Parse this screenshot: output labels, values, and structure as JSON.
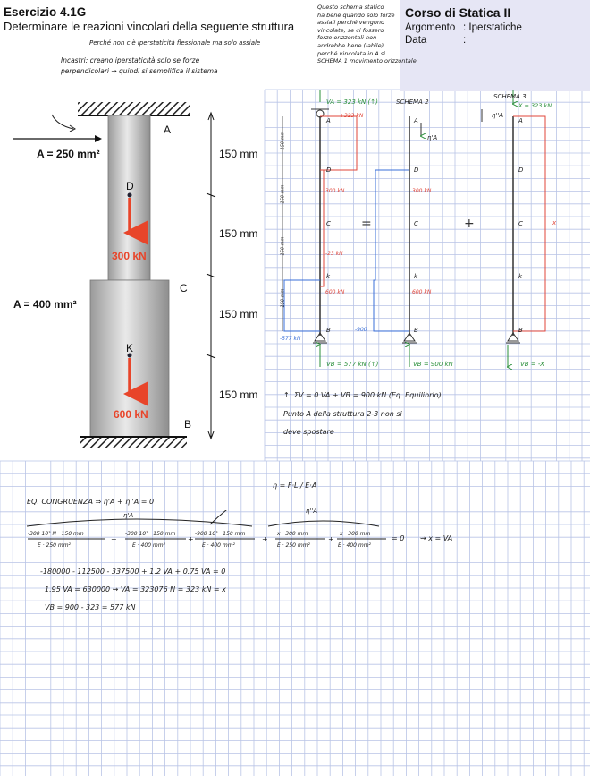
{
  "header": {
    "title": "Esercizio 4.1G",
    "subtitle": "Determinare le reazioni vincolari della seguente struttura",
    "course": "Corso di Statica II",
    "argomento_label": "Argomento",
    "argomento_value": ": Iperstatiche",
    "data_label": "Data",
    "data_value": ":"
  },
  "notes": {
    "top_right": [
      "Questo schema statico",
      "ha bene quando solo forze",
      "assiali perché vengono",
      "vincolate, se ci fossero",
      "forze orizzontali non",
      "andrebbe bene (labile)",
      "perché vincolata in A sì.",
      "SCHEMA 1 movimento orizzontale"
    ],
    "flex": "Perché non c'è iperstaticità flessionale ma solo assiale",
    "incastri": [
      "Incastri: creano iperstaticità solo se forze",
      "perpendicolari → quindi si semplifica il sistema"
    ]
  },
  "structure": {
    "upper_area": "A = 250 mm²",
    "lower_area": "A = 400 mm²",
    "points": {
      "A": "A",
      "B": "B",
      "C": "C",
      "D": "D",
      "K": "K"
    },
    "load_d": "300 kN",
    "load_k": "600 kN",
    "dims": [
      "150 mm",
      "150 mm",
      "150 mm",
      "150 mm"
    ]
  },
  "schemes": {
    "s1_va": "VA = 323 kN (↑)",
    "s2_title": "SCHEMA 2",
    "s3_title": "SCHEMA 3",
    "s3_x": "X = 323 kN",
    "s1_vb": "VB = 577 kN (↑)",
    "s2_vb": "VB = 900 kN",
    "s3_vb": "VB = -X",
    "eta": "η'A",
    "eta2": "η''A",
    "v323": "+323 kN",
    "v300a": "300 kN",
    "v300b": "300 kN",
    "vm23": "-23 kN",
    "v600a": "600 kN",
    "v600b": "600 kN",
    "vm577": "-577 kN",
    "vm900": "-900",
    "x": "x",
    "dims": [
      "150 mm",
      "150 mm",
      "150 mm",
      "150 mm"
    ],
    "pts": [
      "A",
      "D",
      "C",
      "k",
      "B"
    ]
  },
  "equilibrium": {
    "line1": "↑: ΣV = 0    VA + VB = 900 kN   (Eq. Equilibrio)",
    "line2": "Punto A della struttura 2-3 non si",
    "line3": "deve spostare"
  },
  "congruence": {
    "heading": "EQ. CONGRUENZA  ⇒  η'A + η''A = 0",
    "formula": "η = F·L / E·A",
    "eta1": "η'A",
    "eta2": "η''A",
    "terms": [
      {
        "num": "-300·10³ N · 150 mm",
        "den": "E · 250 mm²"
      },
      {
        "num": "-300·10³ · 150 mm",
        "den": "E · 400 mm²"
      },
      {
        "num": "-900·10³ · 150 mm",
        "den": "E · 400 mm²"
      },
      {
        "num": "x · 300 mm",
        "den": "E · 250 mm²"
      },
      {
        "num": "x · 300 mm",
        "den": "E · 400 mm²"
      }
    ],
    "result_eq": "= 0",
    "result_x": "⇝ x = VA",
    "line1": "-180000  -  112500  -  337500  +  1.2 VA  +  0.75 VA  =  0",
    "line2": "1.95 VA = 630000  ⇝  VA = 323076 N = 323 kN = x",
    "line3": "VB = 900 - 323 = 577 kN"
  }
}
